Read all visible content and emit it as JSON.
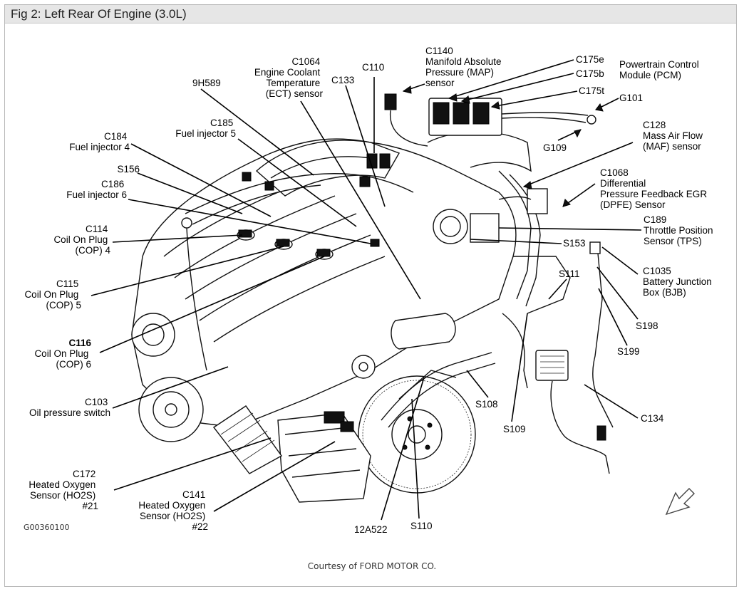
{
  "title": "Fig 2: Left Rear Of Engine (3.0L)",
  "footer": "Courtesy of FORD MOTOR CO.",
  "figure_code": "G00360100",
  "labels": {
    "c1064": [
      "C1064",
      "Engine Coolant",
      "Temperature",
      "(ECT) sensor"
    ],
    "c110": [
      "C110"
    ],
    "c1140": [
      "C1140",
      "Manifold Absolute",
      "Pressure (MAP)",
      "sensor"
    ],
    "c175e": [
      "C175e"
    ],
    "c175b": [
      "C175b"
    ],
    "c175t": [
      "C175t"
    ],
    "pcm": [
      "Powertrain Control",
      "Module (PCM)"
    ],
    "g101": [
      "G101"
    ],
    "h589": [
      "9H589"
    ],
    "c133": [
      "C133"
    ],
    "c185": [
      "C185",
      "Fuel injector 5"
    ],
    "c184": [
      "C184",
      "Fuel injector 4"
    ],
    "g109": [
      "G109"
    ],
    "c128": [
      "C128",
      "Mass Air Flow",
      "(MAF) sensor"
    ],
    "s156": [
      "S156"
    ],
    "c186": [
      "C186",
      "Fuel injector 6"
    ],
    "c1068": [
      "C1068",
      "Differential",
      "Pressure Feedback EGR",
      "(DPFE) Sensor"
    ],
    "c114": [
      "C114",
      "Coil On Plug",
      "(COP) 4"
    ],
    "c189": [
      "C189",
      "Throttle Position",
      "Sensor (TPS)"
    ],
    "s153": [
      "S153"
    ],
    "c1035": [
      "C1035",
      "Battery Junction",
      "Box (BJB)"
    ],
    "s111": [
      "S111"
    ],
    "c115": [
      "C115",
      "Coil On Plug",
      "(COP) 5"
    ],
    "s198": [
      "S198"
    ],
    "c116": [
      "C116",
      "Coil On Plug",
      "(COP) 6"
    ],
    "s199": [
      "S199"
    ],
    "c103": [
      "C103",
      "Oil pressure switch"
    ],
    "s108": [
      "S108"
    ],
    "c134": [
      "C134"
    ],
    "s109": [
      "S109"
    ],
    "c172": [
      "C172",
      "Heated Oxygen",
      "Sensor (HO2S)",
      "#21"
    ],
    "c141": [
      "C141",
      "Heated Oxygen",
      "Sensor (HO2S)",
      "#22"
    ],
    "a522": [
      "12A522"
    ],
    "s110": [
      "S110"
    ]
  }
}
